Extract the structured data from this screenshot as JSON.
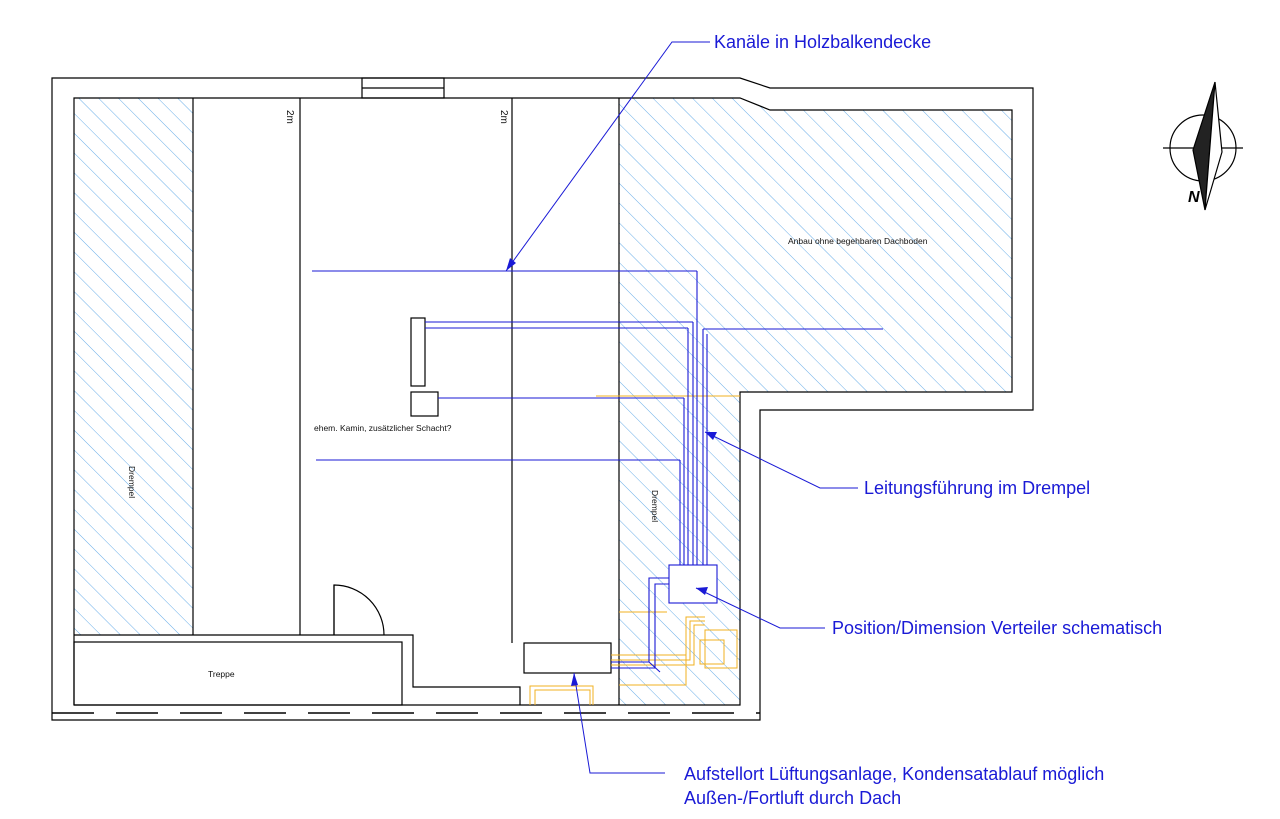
{
  "callouts": {
    "kanaele": "Kanäle in Holzbalkendecke",
    "leitung": "Leitungsführung im Drempel",
    "verteiler": "Position/Dimension Verteiler schematisch",
    "aufstell_line1": "Aufstellort Lüftungsanlage, Kondensatablauf möglich",
    "aufstell_line2": "Außen-/Fortluft durch Dach"
  },
  "labels": {
    "anbau": "Anbau ohne begehbaren Dachboden",
    "kamin": "ehem. Kamin, zusätzlicher Schacht?",
    "drempel_left": "Drempel",
    "drempel_right": "Drempel",
    "treppe": "Treppe",
    "dim_a": "2m",
    "dim_b": "2m",
    "north": "N"
  },
  "colors": {
    "duct": "#1a1ad6",
    "hatch": "#6aaee8",
    "condensate": "#f0b020",
    "wall": "#000000"
  },
  "icons": {
    "compass": "north-arrow-icon"
  }
}
